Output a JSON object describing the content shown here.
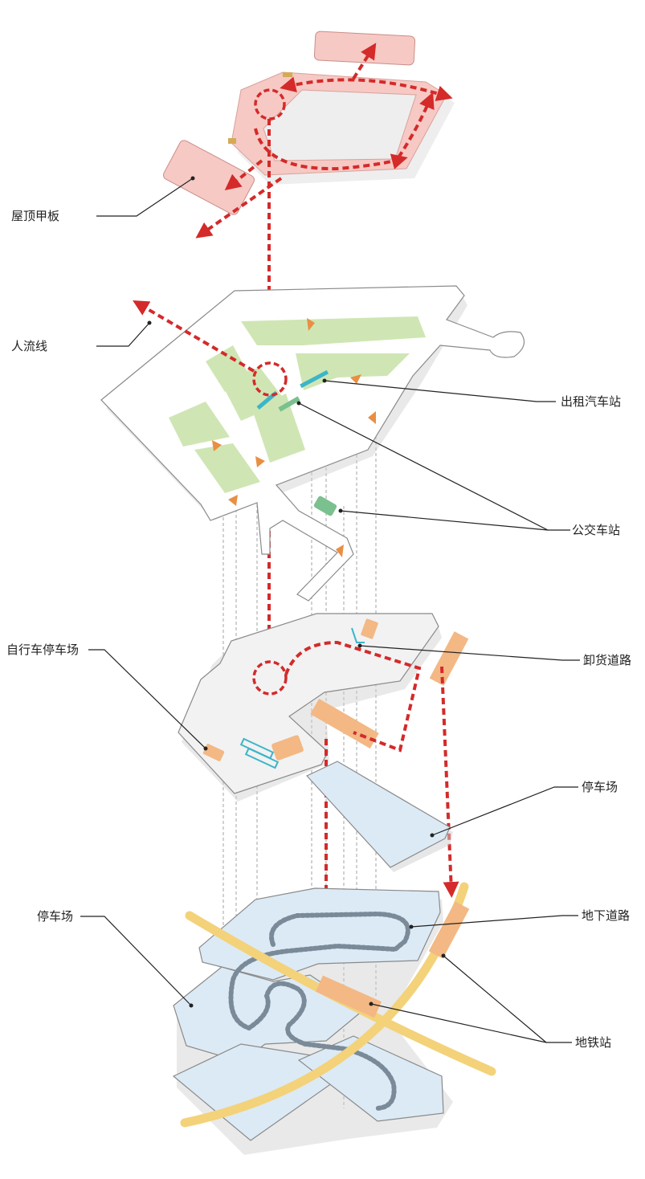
{
  "labels": {
    "roof_deck": "屋顶甲板",
    "pedestrian_flow": "人流线",
    "taxi_station": "出租汽车站",
    "bus_station": "公交车站",
    "bicycle_parking": "自行车停车场",
    "unloading_road": "卸货道路",
    "parking_upper": "停车场",
    "underground_road": "地下道路",
    "parking_lower": "停车场",
    "metro_station": "地铁站"
  },
  "colors": {
    "flow_red": "#d42a2a",
    "roof_pink": "#f6c9c4",
    "green_block": "#cfe6b4",
    "parking_blue": "#dceaf5",
    "orange_block": "#f3b884",
    "metro_yellow": "#f3d27a",
    "bike_cyan": "#3cb5c8",
    "bus_green": "#7bc08f",
    "arrow_orange": "#e98f44"
  }
}
